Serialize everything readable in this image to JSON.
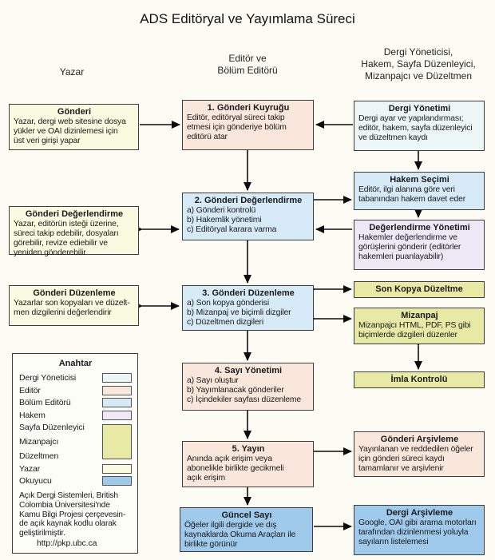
{
  "title": "ADS Editöryal ve Yayımlama Süreci",
  "columns": {
    "left": "Yazar",
    "center": "Editör ve\nBölüm Editörü",
    "right": "Dergi Yöneticisi,\nHakem, Sayfa Düzenleyici,\nMizanpajcı ve Düzeltmen"
  },
  "colors": {
    "author": "#FAFAE0",
    "editor": "#F9E7DB",
    "section_editor": "#D7EAF8",
    "reviewer": "#EFE9F7",
    "production": "#E9E9A6",
    "manager": "#EDF6F6",
    "reader": "#9FCAEC"
  },
  "boxes": {
    "gonderi": {
      "title": "Gönderi",
      "body": "Yazar, dergi web sitesine dosya\nyükler ve OAI dizinlemesi için\nüst veri girişi yapar"
    },
    "gonderi_kuyrugu": {
      "title": "1. Gönderi Kuyruğu",
      "body": "Editör, editöryal süreci takip\netmesi için gönderiye bölüm\neditörü atar"
    },
    "dergi_yonetimi": {
      "title": "Dergi Yönetimi",
      "body": "Dergi ayar ve yapılandırması;\neditör, hakem, sayfa düzenleyici\nve düzeltmen kaydı"
    },
    "hakem_secimi": {
      "title": "Hakem Seçimi",
      "body": "Editör, ilgi alanına göre veri\ntabanından hakem davet eder"
    },
    "degerlendirme_yonetimi": {
      "title": "Değerlendirme Yönetimi",
      "body": "Hakemler değerlendirme ve\ngörüşlerini gönderir (editörler\nhakemleri puanlayabilir)"
    },
    "gonderi_degerlendirme_yazar": {
      "title": "Gönderi Değerlendirme",
      "body": "Yazar, editörün isteği üzerine,\nsüreci takip edebilir, dosyaları\ngörebilir, revize ediebilir ve\nyeniden gönderebilir"
    },
    "gonderi_degerlendirme_editor": {
      "title": "2. Gönderi Değerlendirme",
      "body": "a) Gönderi kontrolü\nb) Hakemlik yönetimi\nc) Editöryal karara varma"
    },
    "gonderi_duzenleme_yazar": {
      "title": "Gönderi Düzenleme",
      "body": "Yazarlar son kopyaları ve düzelt-\nmen dizgilerini değerlendirir"
    },
    "gonderi_duzenleme_editor": {
      "title": "3. Gönderi Düzenleme",
      "body": "a) Son kopya gönderisi\nb) Mizanpaj ve biçimli dizgiler\nc) Düzeltmen dizgileri"
    },
    "son_kopya_duzeltme": {
      "title": "Son Kopya Düzeltme"
    },
    "mizanpaj": {
      "title": "Mizanpaj",
      "body": "Mizanpajcı HTML, PDF, PS gibi\nbiçimlerde dizgileri düzenler"
    },
    "imla_kontrolu": {
      "title": "İmla Kontrolü"
    },
    "sayi_yonetimi": {
      "title": "4. Sayı Yönetimi",
      "body": "a) Sayı oluştur\nb) Yayımlanacak gönderiler\nc) İçindekiler sayfası düzenleme"
    },
    "yayin": {
      "title": "5. Yayın",
      "body": "Anında açık erişim veya\nabonelikle birlikte gecikmeli\naçık erişim"
    },
    "gonderi_arsivleme": {
      "title": "Gönderi Arşivleme",
      "body": "Yayınlanan ve reddedilen öğeler\niçin gönderi süreci kaydı\ntamamlanır ve arşivlenir"
    },
    "guncel_sayi": {
      "title": "Güncel Sayı",
      "body": "Öğeler ilgili dergide ve dış\nkaynaklarda Okuma Araçları ile\nbirlikte görünür"
    },
    "dergi_arsivleme": {
      "title": "Dergi Arşivleme",
      "body": "Google, OAI gibi arama motorları\ntarafından dizinlenmesi yoluyla\nsayıların listelemesi"
    }
  },
  "legend": {
    "title": "Anahtar",
    "items": [
      {
        "label": "Dergi Yöneticisi",
        "color": "#EDF6F6"
      },
      {
        "label": "Editör",
        "color": "#F9E7DB"
      },
      {
        "label": "Bölüm Editörü",
        "color": "#D7EAF8"
      },
      {
        "label": "Hakem",
        "color": "#EFE9F7"
      },
      {
        "labels": [
          "Sayfa Düzenleyici",
          "Mizanpajcı",
          "Düzeltmen"
        ],
        "color": "#E9E9A6"
      },
      {
        "label": "Yazar",
        "color": "#FAFAE0"
      },
      {
        "label": "Okuyucu",
        "color": "#9FCAEC"
      }
    ],
    "note": "Açık Dergi Sistemleri, British\nColombia Üniversitesi'nde\nKamu Bilgi Projesi çerçevesin-\nde açık kaynak kodlu olarak\ngeliştirilmiştir.",
    "url": "http://pkp.ubc.ca"
  }
}
